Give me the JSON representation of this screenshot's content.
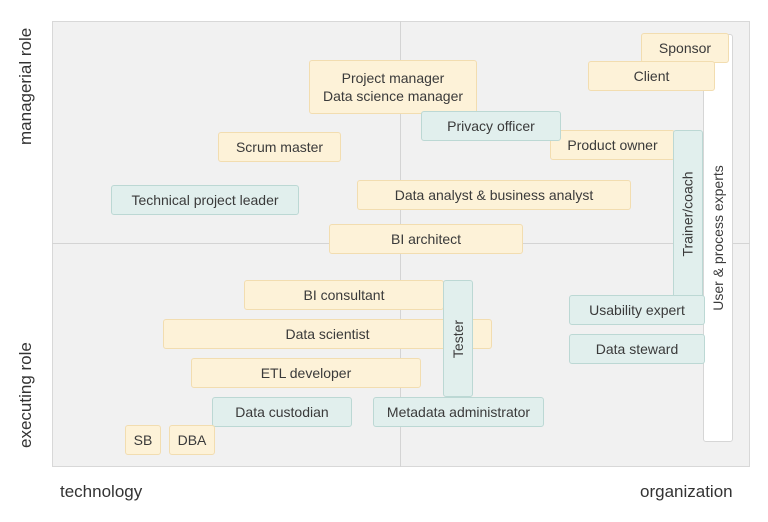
{
  "axes": {
    "y_top": "managerial role",
    "y_bottom": "executing role",
    "x_left": "technology",
    "x_right": "organization"
  },
  "roles": {
    "sponsor": "Sponsor",
    "client": "Client",
    "project_manager": "Project manager\nData science manager",
    "privacy_officer": "Privacy officer",
    "product_owner": "Product owner",
    "scrum_master": "Scrum master",
    "technical_project_leader": "Technical project leader",
    "data_analyst": "Data analyst & business analyst",
    "bi_architect": "BI architect",
    "bi_consultant": "BI consultant",
    "data_scientist": "Data scientist",
    "etl_developer": "ETL developer",
    "data_custodian": "Data custodian",
    "metadata_administrator": "Metadata administrator",
    "sb": "SB",
    "dba": "DBA",
    "usability_expert": "Usability expert",
    "data_steward": "Data steward",
    "tester": "Tester",
    "trainer_coach": "Trainer/coach",
    "user_process_experts": "User & process experts"
  },
  "colors": {
    "yellow_fill": "#fdf2d8",
    "teal_fill": "#e1efed",
    "background": "#f1f1f1"
  }
}
